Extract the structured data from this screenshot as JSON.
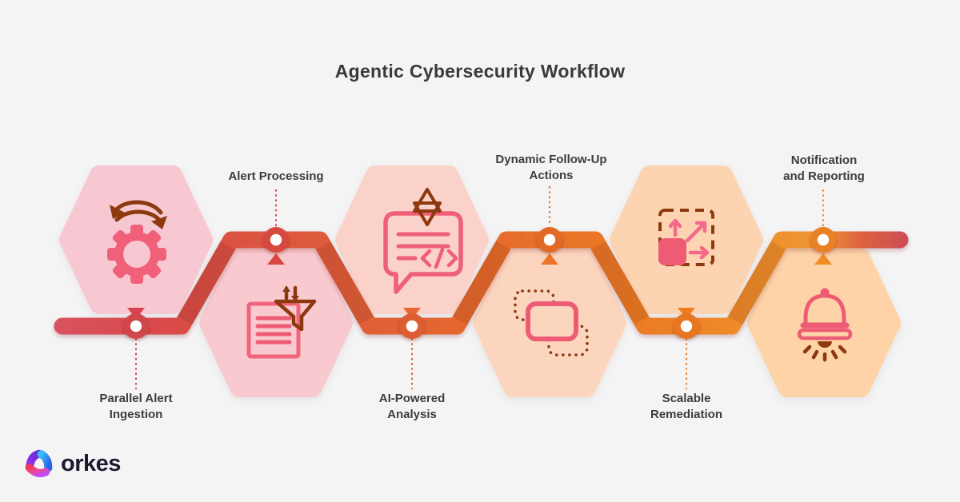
{
  "title": "Agentic Cybersecurity Workflow",
  "brand": {
    "name": "orkes"
  },
  "steps": [
    {
      "name": "parallel-alert-ingestion",
      "lines": [
        "Parallel Alert",
        "Ingestion"
      ],
      "icon": "sync-gear-icon",
      "label_position": "below",
      "hex_color": "#f8c8d2",
      "accent": "#d8434f"
    },
    {
      "name": "alert-processing",
      "lines": [
        "Alert Processing"
      ],
      "icon": "document-filter-icon",
      "label_position": "above",
      "hex_color": "#f8cacf",
      "accent": "#d94840"
    },
    {
      "name": "ai-powered-analysis",
      "lines": [
        "AI-Powered",
        "Analysis"
      ],
      "icon": "chat-code-icon",
      "label_position": "below",
      "hex_color": "#fbd2c9",
      "accent": "#e05e33"
    },
    {
      "name": "dynamic-follow-up-actions",
      "lines": [
        "Dynamic Follow-Up",
        "Actions"
      ],
      "icon": "linked-tasks-icon",
      "label_position": "above",
      "hex_color": "#fcd5bf",
      "accent": "#e87326"
    },
    {
      "name": "scalable-remediation",
      "lines": [
        "Scalable",
        "Remediation"
      ],
      "icon": "scale-out-icon",
      "label_position": "below",
      "hex_color": "#fdd4b1",
      "accent": "#eb7d24"
    },
    {
      "name": "notification-and-reporting",
      "lines": [
        "Notification",
        "and Reporting"
      ],
      "icon": "alert-bell-icon",
      "label_position": "above",
      "hex_color": "#fdd3a7",
      "accent": "#ef8b28"
    }
  ],
  "colors": {
    "background": "#f4f4f5",
    "title_text": "#3a3a3e",
    "label_text": "#3c3c41",
    "ribbon_start": "#d8525f",
    "ribbon_mid": "#eb7a24",
    "ribbon_end": "#ce4e54",
    "icon_pink": "#ee5b74",
    "icon_brown": "#8d390f",
    "logo_text": "#1b1b2f",
    "logo_purple": "#7c3aed",
    "logo_blue": "#2f8ef4",
    "logo_pink": "#f0356a"
  }
}
